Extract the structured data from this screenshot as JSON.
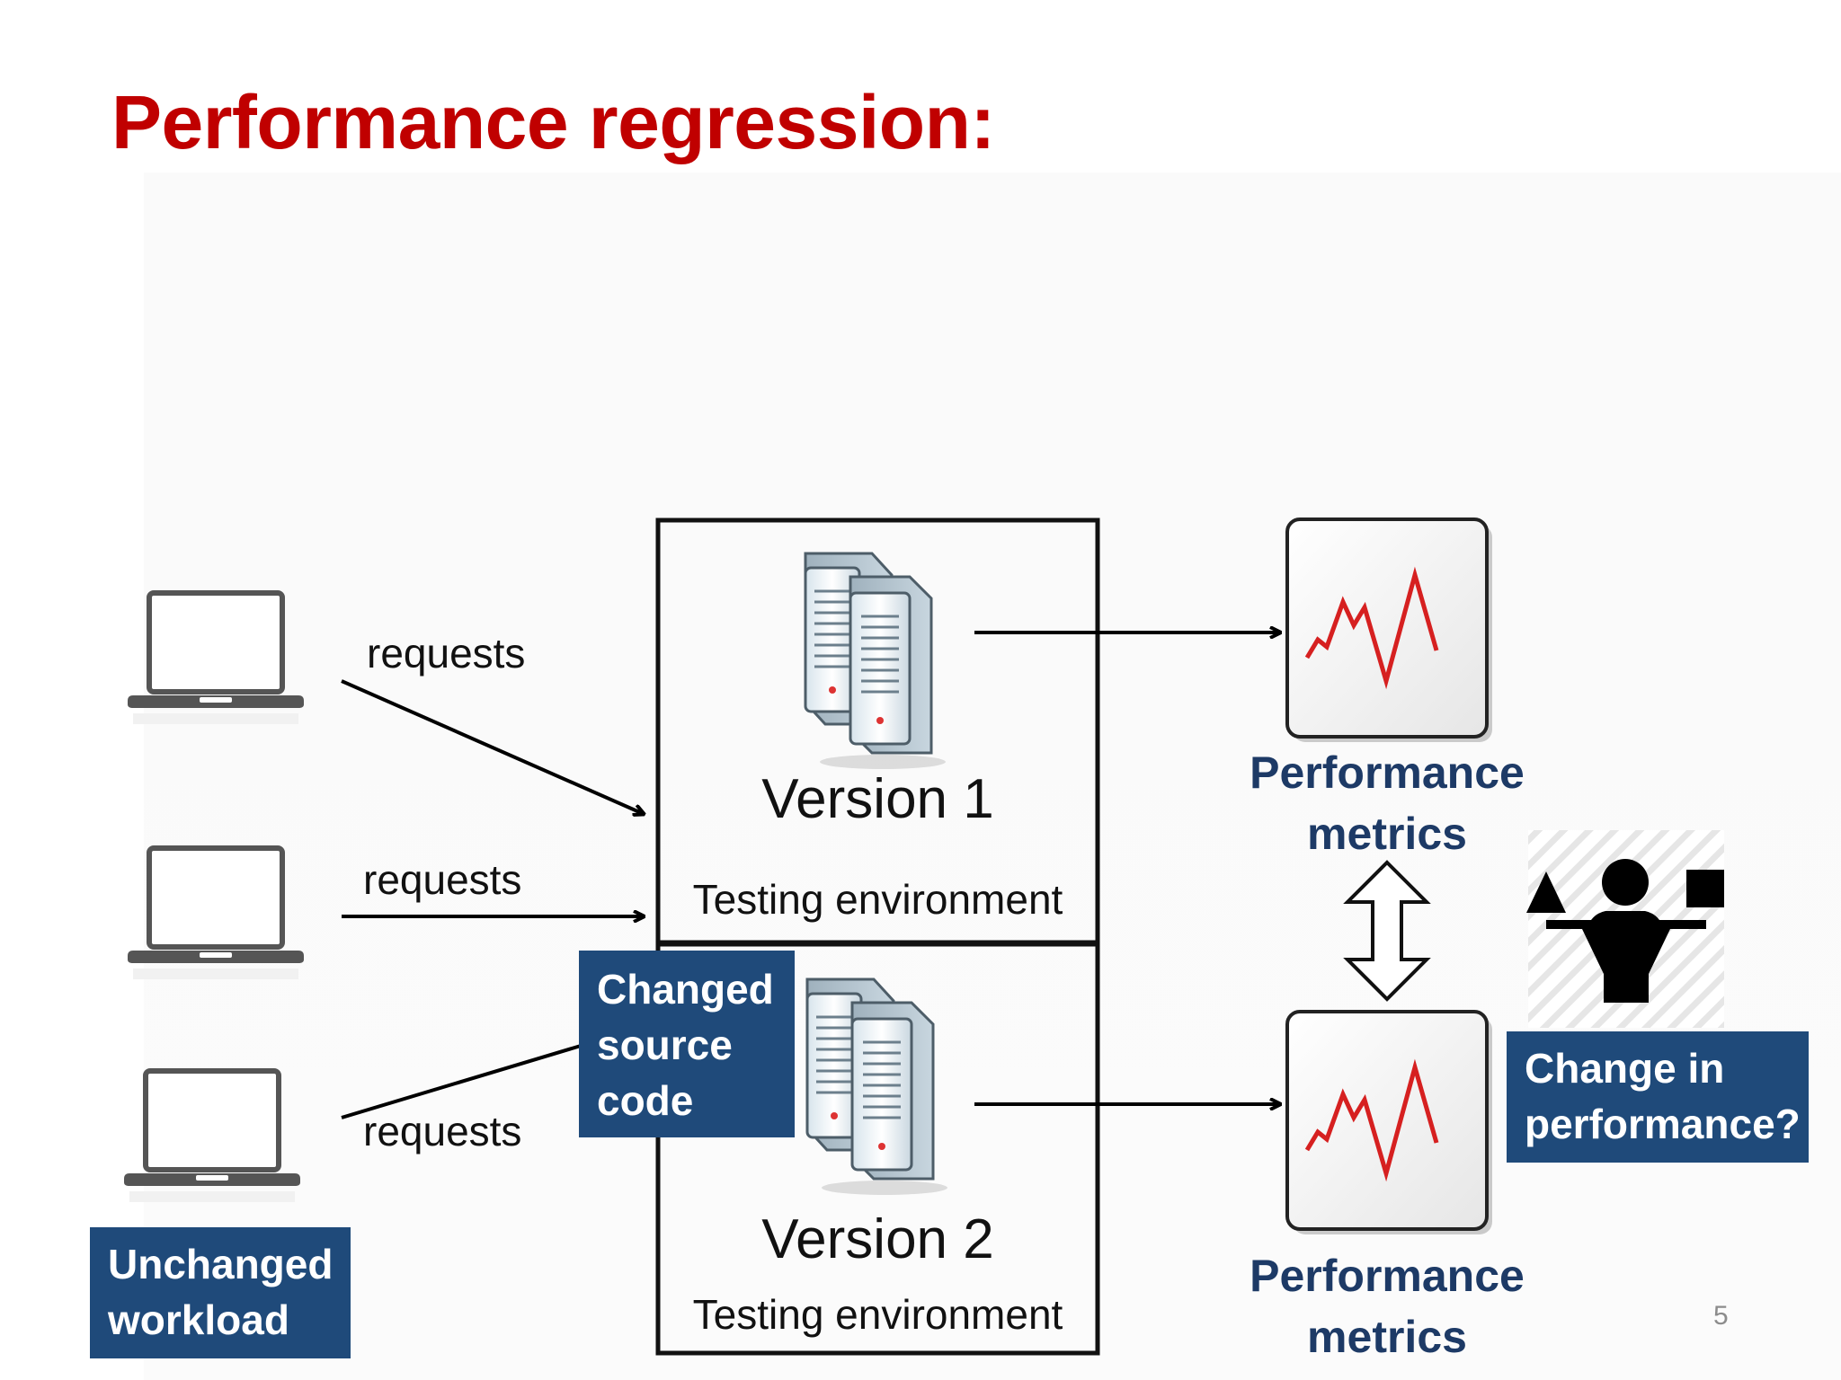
{
  "slide": {
    "title": "Performance regression:",
    "page_number": "5"
  },
  "diagram": {
    "request_labels": [
      "requests",
      "requests",
      "requests"
    ],
    "version1": {
      "name": "Version 1",
      "environment": "Testing environment"
    },
    "version2": {
      "name": "Version 2",
      "environment": "Testing environment"
    },
    "metrics_top": "Performance\nmetrics",
    "metrics_bottom": "Performance\nmetrics",
    "callouts": {
      "workload": "Unchanged\nworkload",
      "source": "Changed\nsource\ncode",
      "question": "Change in\nperformance?"
    },
    "icons": [
      "laptop-icon",
      "server-icon",
      "line-graph-icon",
      "double-arrow-icon",
      "balance-person-icon"
    ]
  }
}
